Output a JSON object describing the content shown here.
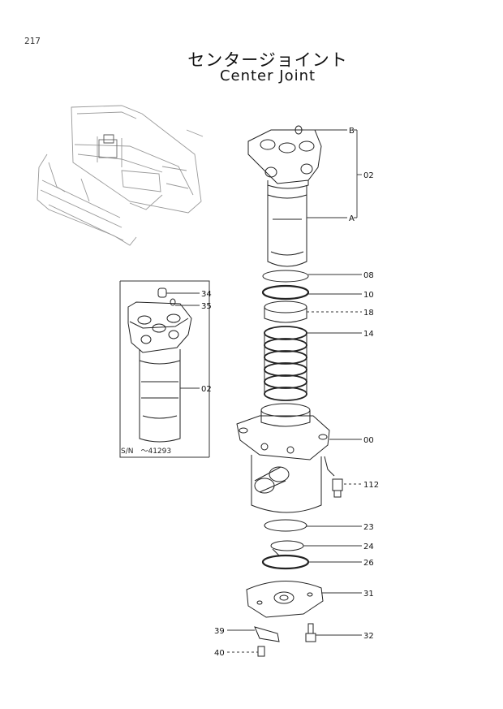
{
  "page_number": "217",
  "title_japanese": "センタージョイント",
  "title_english": "Center Joint",
  "callouts": {
    "b": "B",
    "a": "A",
    "c02_top": "02",
    "c08": "08",
    "c10": "10",
    "c18": "18",
    "c14": "14",
    "c00": "00",
    "c112": "112",
    "c23": "23",
    "c24": "24",
    "c26": "26",
    "c31": "31",
    "c32": "32",
    "c39": "39",
    "c40": "40",
    "c34": "34",
    "c35": "35",
    "c02_inset": "02"
  },
  "serial_note": "S/N　～41293"
}
